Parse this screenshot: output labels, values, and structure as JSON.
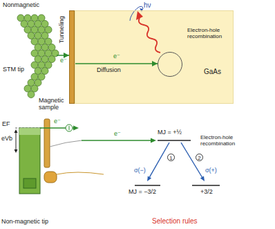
{
  "diagram": {
    "nodes": [
      {
        "text": [
          "STM tip"
        ]
      },
      {
        "text": [
          "Magnetic sample"
        ]
      },
      {
        "text": [
          "GaAs"
        ]
      },
      {
        "text": [
          "Electron-hole recombination"
        ],
        "in": 2
      }
    ],
    "edges": [
      {
        "from": 0,
        "to": 1,
        "arrow": "to",
        "label": "e⁻"
      },
      {
        "from": 1,
        "to": 3,
        "arrow": "to",
        "label": "e⁻"
      }
    ],
    "labels": [
      "Nonmagnetic",
      "Tunneling",
      "Diffusion",
      "hν",
      "EF",
      "eVb",
      "e⁻",
      "e⁻",
      "MJ = +½",
      "Electron-hole recombination",
      "1",
      "2",
      "σ(−)",
      "σ(+)",
      "MJ = −3/2",
      "+3/2",
      "Non-magnetic tip",
      "Selection rules"
    ]
  }
}
